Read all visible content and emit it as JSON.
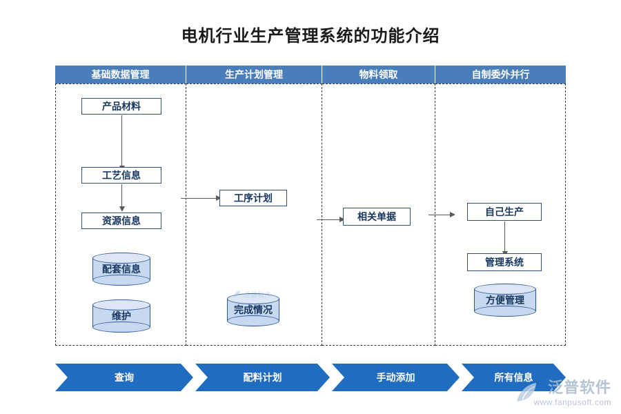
{
  "title": "电机行业生产管理系统的功能介绍",
  "columns": [
    {
      "header": "基础数据管理"
    },
    {
      "header": "生产计划管理"
    },
    {
      "header": "物料领取"
    },
    {
      "header": "自制委外并行"
    }
  ],
  "nodes": {
    "product_material": "产品材料",
    "process_info": "工艺信息",
    "resource_info": "资源信息",
    "matching_info": "配套信息",
    "maintenance": "维护",
    "process_plan": "工序计划",
    "completion_status": "完成情况",
    "related_documents": "相关单据",
    "self_production": "自己生产",
    "management_system": "管理系统",
    "convenient_management": "方便管理"
  },
  "footer_steps": [
    {
      "label": "查询"
    },
    {
      "label": "配料计划"
    },
    {
      "label": "手动添加"
    },
    {
      "label": "所有信息"
    }
  ],
  "watermark": {
    "name": "泛普软件",
    "url": "www.fanpusoft.com"
  },
  "colors": {
    "header_bar": "#4a7ebb",
    "chevron": "#1f6cc0",
    "cylinder_fill": "#c6d9f1",
    "box_border": "#2f4f75",
    "text_dark": "#17365d"
  }
}
